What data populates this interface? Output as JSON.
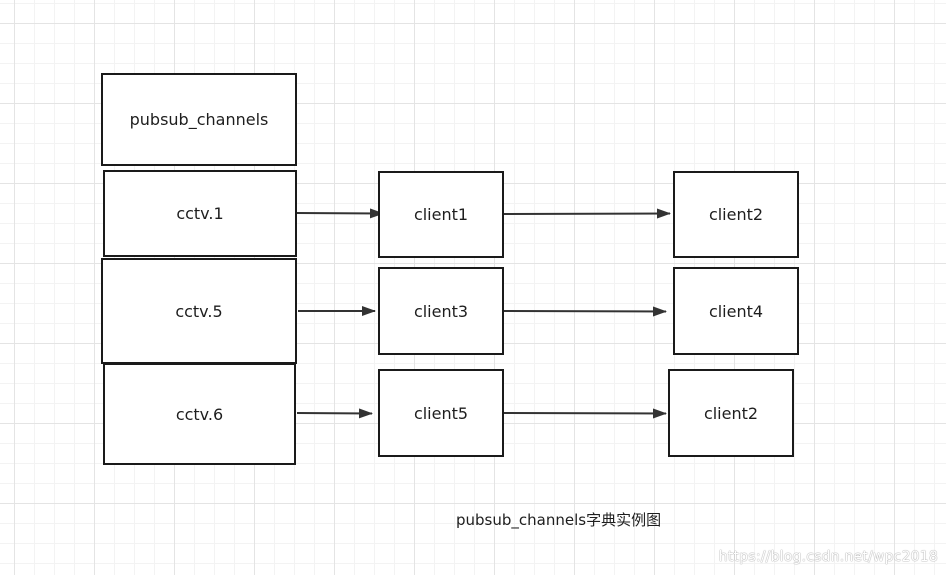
{
  "diagram": {
    "header": "pubsub_channels",
    "channels": [
      {
        "label": "cctv.1",
        "clients": [
          "client1",
          "client2"
        ]
      },
      {
        "label": "cctv.5",
        "clients": [
          "client3",
          "client4"
        ]
      },
      {
        "label": "cctv.6",
        "clients": [
          "client5",
          "client2"
        ]
      }
    ],
    "caption": "pubsub_channels字典实例图",
    "watermark": "https://blog.csdn.net/wpc2018"
  },
  "colors": {
    "grid_major": "#e4e4e4",
    "grid_minor": "#f3f3f3",
    "stroke": "#1a1a1a",
    "text": "#1e1e1e"
  }
}
